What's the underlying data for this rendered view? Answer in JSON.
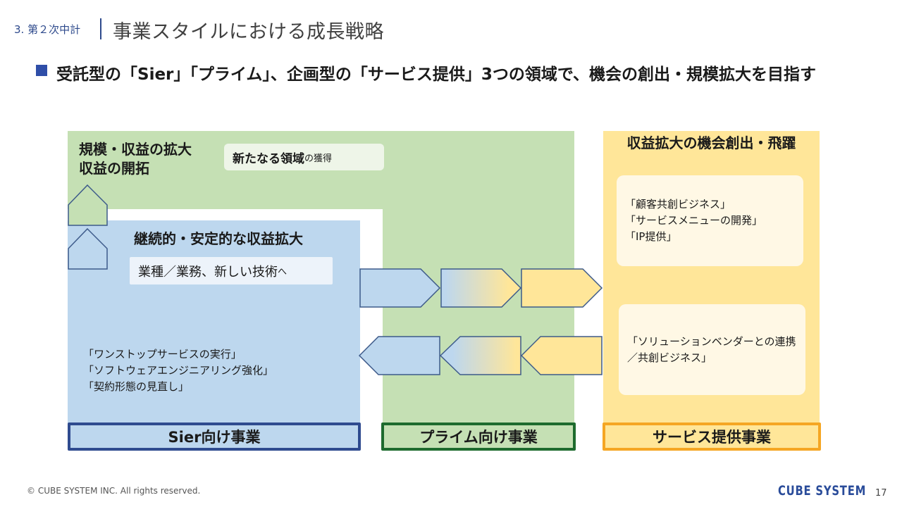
{
  "header": {
    "section": "3. 第２次中計",
    "title": "事業スタイルにおける成長戦略"
  },
  "subtitle": "受託型の「Sier」「プライム」、企画型の「サービス提供」3つの領域で、機会の創出・規模拡大を目指す",
  "green_region": {
    "heading_line1": "規模・収益の拡大",
    "heading_line2": "収益の開拓",
    "tag_strong": "新たなる領域",
    "tag_small": "の獲得"
  },
  "blue_region": {
    "heading": "継続的・安定的な収益拡大",
    "tag_strong": "業種／業務、新しい技術",
    "tag_small": "へ",
    "notes": [
      "「ワンストップサービスの実行」",
      "「ソフトウェアエンジニアリング強化」",
      "「契約形態の見直し」"
    ]
  },
  "yellow_region": {
    "heading": "収益拡大の機会創出・飛躍",
    "card1_notes": [
      "「顧客共創ビジネス」",
      "「サービスメニューの開発」",
      "「IP提供」"
    ],
    "card2_notes": [
      "「ソリューションベンダーとの連携",
      "／共創ビジネス」"
    ]
  },
  "segments": {
    "sier": "Sier向け事業",
    "prime": "プライム向け事業",
    "service": "サービス提供事業"
  },
  "colors": {
    "green": "#c5e0b4",
    "blue": "#bdd7ee",
    "yellow": "#ffe699",
    "arrow_stroke": "#3d5a8a",
    "brand": "#2a4c9a"
  },
  "footer": {
    "copyright": "© CUBE SYSTEM INC. All rights reserved.",
    "brand": "CUBE SYSTEM",
    "page_number": "17"
  }
}
